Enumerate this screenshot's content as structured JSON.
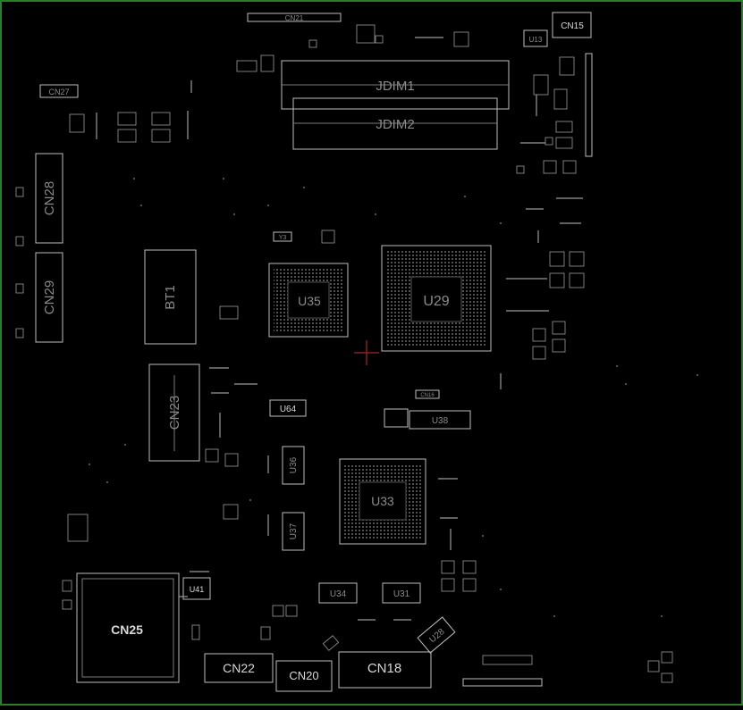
{
  "board": {
    "border_color": "#2e7d2e",
    "outline_color": "#bdbdbd",
    "background": "#000000"
  },
  "labels": {
    "jdim1": "JDIM1",
    "jdim2": "JDIM2",
    "cn15": "CN15",
    "cn27": "CN27",
    "cn28": "CN28",
    "cn29": "CN29",
    "bt1": "BT1",
    "u35": "U35",
    "u29": "U29",
    "cn23": "CN23",
    "u64": "U64",
    "u38": "U38",
    "u36": "U36",
    "u33": "U33",
    "u37": "U37",
    "u41": "U41",
    "u34": "U34",
    "u31": "U31",
    "cn25": "CN25",
    "u28": "U28",
    "cn22": "CN22",
    "cn20": "CN20",
    "cn18": "CN18",
    "cn21": "CN21",
    "u13": "U13",
    "y3": "Y3",
    "cn16": "CN16"
  }
}
